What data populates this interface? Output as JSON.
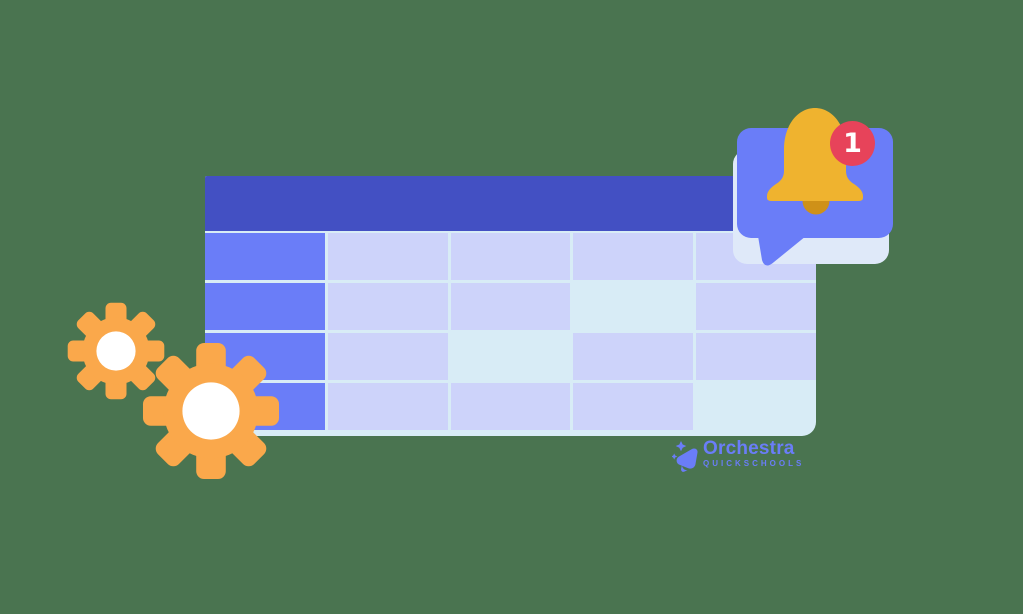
{
  "illustration": {
    "description": "Flat illustration of a schedule table with gears, a bell notification bubble and brand logo",
    "notification": {
      "badge_count": "1"
    },
    "logo": {
      "brand": "Orchestra",
      "sub_brand": "QUICKSCHOOLS"
    },
    "table": {
      "has_header_row": true,
      "columns": 5,
      "rows": [
        [
          "rowheader",
          "filled",
          "filled",
          "filled",
          "filled"
        ],
        [
          "rowheader",
          "filled",
          "filled",
          "empty",
          "filled"
        ],
        [
          "rowheader",
          "filled",
          "empty",
          "filled",
          "filled"
        ],
        [
          "rowheader",
          "filled",
          "filled",
          "filled",
          "empty"
        ]
      ]
    },
    "colors": {
      "background": "#4a7450",
      "table_header": "#4350c3",
      "row_header_cell": "#6a7df8",
      "filled_cell": "#cdd3fa",
      "table_background": "#d8ecf6",
      "gear_orange": "#faa84b",
      "gear_center": "#ffffff",
      "bubble_blue": "#6a7df8",
      "back_card": "#dfe9f9",
      "bell_gold": "#efb32f",
      "bell_clapper": "#cf9118",
      "badge_red": "#e7435a",
      "badge_text": "#ffffff",
      "logo_blue": "#6a7df8"
    }
  }
}
